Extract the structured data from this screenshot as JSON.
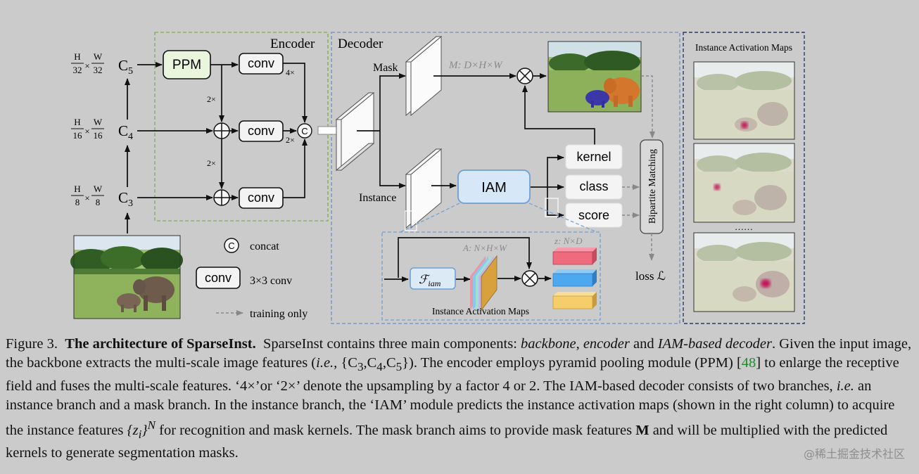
{
  "encoder": {
    "title": "Encoder",
    "levels": [
      {
        "frac_h_num": "H",
        "frac_h_den": "32",
        "frac_w_num": "W",
        "frac_w_den": "32",
        "times": "×",
        "c_main": "C",
        "c_sub": "5"
      },
      {
        "frac_h_num": "H",
        "frac_h_den": "16",
        "frac_w_num": "W",
        "frac_w_den": "16",
        "times": "×",
        "c_main": "C",
        "c_sub": "4"
      },
      {
        "frac_h_num": "H",
        "frac_h_den": "8",
        "frac_w_num": "W",
        "frac_w_den": "8",
        "times": "×",
        "c_main": "C",
        "c_sub": "3"
      }
    ],
    "ppm": "PPM",
    "conv": "conv",
    "up4": "4×",
    "up2": "2×",
    "concat_symbol": "C"
  },
  "decoder": {
    "title": "Decoder",
    "mask_label": "Mask",
    "instance_label": "Instance",
    "m_label": "M: D×H×W",
    "iam": "IAM",
    "heads": {
      "kernel": "kernel",
      "class": "class",
      "score": "score"
    },
    "bipartite": "Bipartite Matching",
    "loss": "loss ℒ",
    "detail": {
      "f_main": "ℱ",
      "f_sub": "iam",
      "a_label": "A: N×H×W",
      "z_label": "z: N×D",
      "caption": "Instance Activation Maps"
    },
    "colors": {
      "red": "#f06a7e",
      "blue": "#4ea8f0",
      "yellow": "#f5cd6a",
      "iam_fill": "#d6e7f7",
      "iam_stroke": "#6f9fd0",
      "ppm_fill": "#e9f5dc",
      "encoder_border": "#7fb050",
      "decoder_border": "#6b8fc4"
    }
  },
  "legend": {
    "concat_symbol": "C",
    "concat": "concat",
    "conv": "conv",
    "conv_desc": "3×3 conv",
    "training": "training only"
  },
  "right_column": {
    "title": "Instance Activation Maps",
    "dots": "……"
  },
  "caption": {
    "fig": "Figure 3.",
    "title": "The architecture of SparseInst.",
    "t1": "SparseInst contains three main components:",
    "backbone": "backbone",
    "comma": ",",
    "encoder": "encoder",
    "and": "and",
    "iam_decoder": "IAM-based decoder",
    "period": ".",
    "t2": "Given the input image, the backbone extracts the multi-scale image features (",
    "ie": "i.e.",
    "t3": ", {C",
    "s3": "3",
    "t4": ",C",
    "s4": "4",
    "t5": ",C",
    "s5": "5",
    "t6": "}). The encoder employs pyramid pooling module (PPM) [",
    "ref": "48",
    "t7": "] to enlarge the receptive field and fuses the multi-scale features. ‘4×’or ‘2×’ denote the upsampling by a factor 4 or 2. The IAM-based decoder consists of two branches,",
    "ie2": "i.e.",
    "t8": "an instance branch and a mask branch. In the instance branch, the ‘IAM’ module predicts the instance activation maps (shown in the right column) to acquire the instance features",
    "zi": "{z",
    "zi_sub": "i",
    "zi_close": "}",
    "zi_sup": "N",
    "t9": "for recognition and mask kernels. The mask branch aims to provide mask features",
    "mbold": "M",
    "t10": "and will be multiplied with the predicted kernels to generate segmentation masks."
  },
  "watermark": "@稀土掘金技术社区"
}
